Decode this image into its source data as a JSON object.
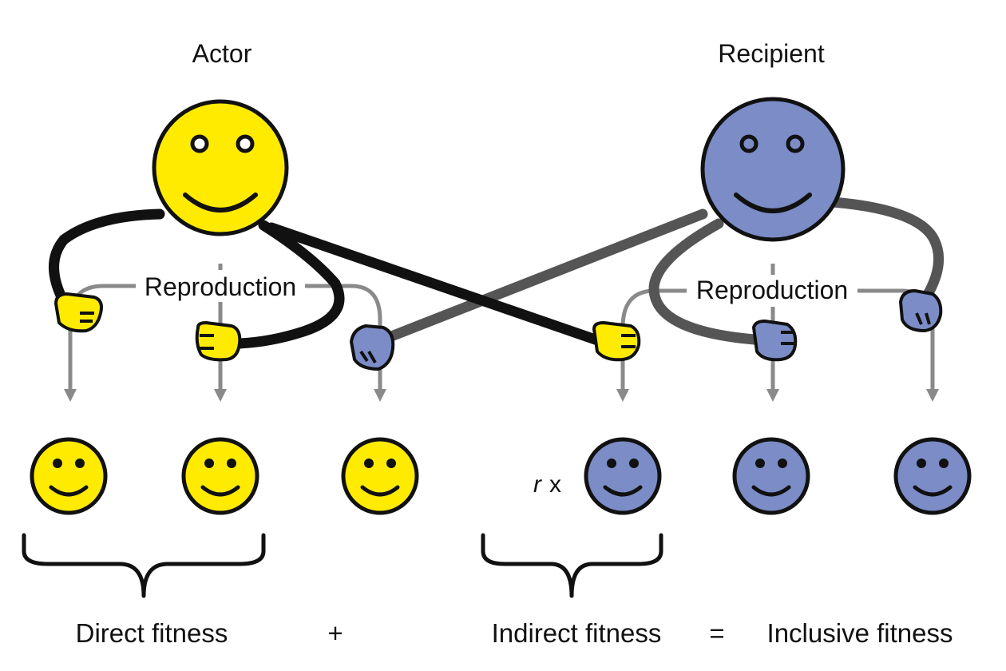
{
  "labels": {
    "actor": "Actor",
    "recipient": "Recipient",
    "reproduction_left": "Reproduction",
    "reproduction_right": "Reproduction",
    "relatedness_r": "r",
    "relatedness_x": "x",
    "direct_fitness": "Direct fitness",
    "plus": "+",
    "indirect_fitness": "Indirect fitness",
    "equals": "=",
    "inclusive_fitness": "Inclusive fitness"
  },
  "colors": {
    "actor_yellow": "#FFEB00",
    "recipient_blue": "#7B8CC6",
    "outline": "#111111",
    "actor_arm": "#111111",
    "recipient_arm": "#555555",
    "arrow_gray": "#8A8A8A"
  }
}
